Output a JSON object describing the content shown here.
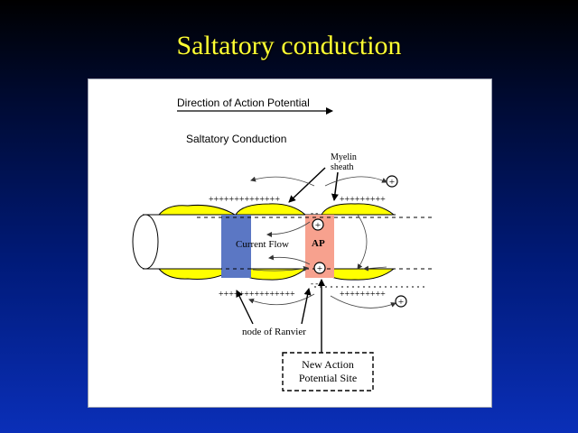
{
  "slide": {
    "title": "Saltatory conduction"
  },
  "diagram": {
    "direction_label": "Direction of Action Potential",
    "subtitle": "Saltatory Conduction",
    "myelin_label_line1": "Myelin",
    "myelin_label_line2": "sheath",
    "current_flow_label": "Current Flow",
    "ap_label": "AP",
    "node_label": "node of Ranvier",
    "new_site_line1": "New Action",
    "new_site_line2": "Potential Site",
    "plus_top_left": "++++++++++++++",
    "plus_top_right": "+++++++++",
    "plus_bottom_left": "+++++++++++++++",
    "plus_bottom_right": "+++++++++",
    "minus_top": "- -",
    "minus_bottom": "- -",
    "ion_plus": "+",
    "colors": {
      "title": "#ffff33",
      "myelin": "#ffff00",
      "current_flow_band": "#5b77c4",
      "ap_band": "#f7a18e"
    }
  }
}
